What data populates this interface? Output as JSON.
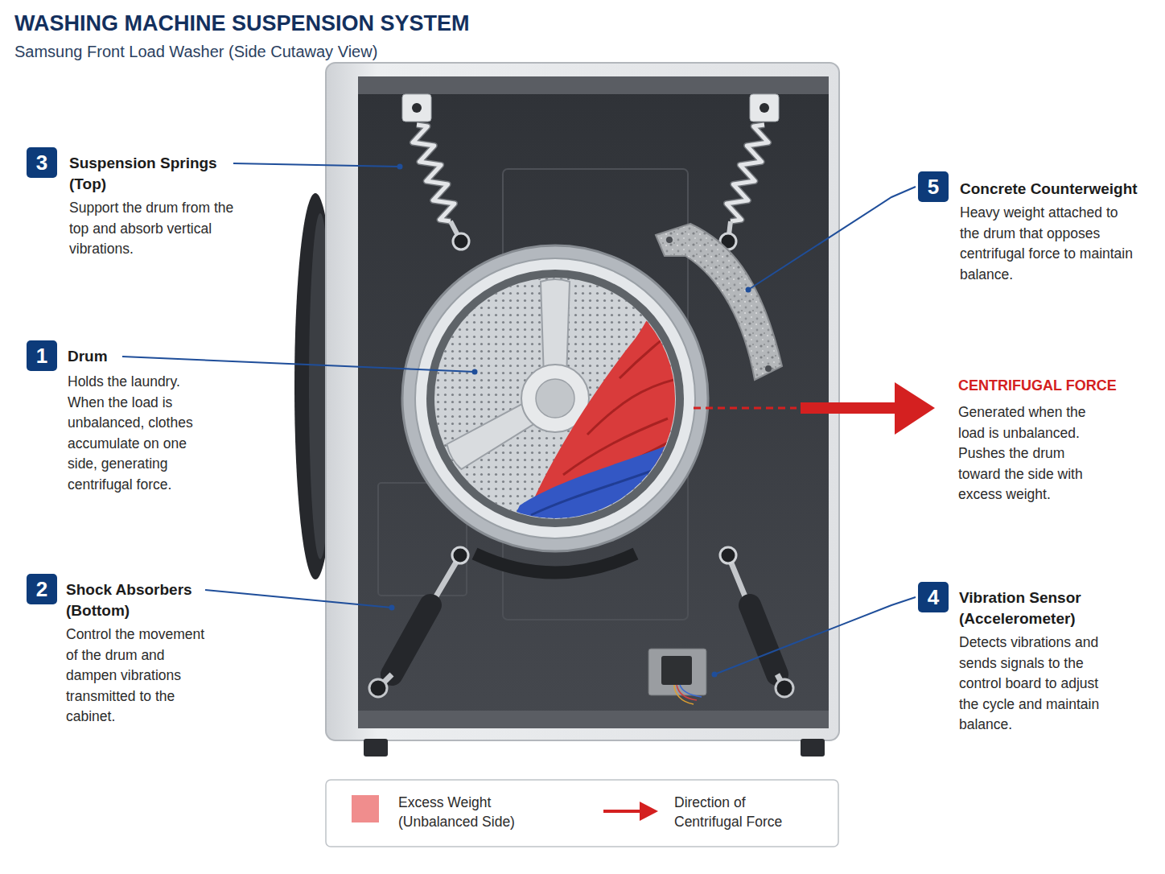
{
  "diagram": {
    "title": "WASHING MACHINE SUSPENSION SYSTEM",
    "caption": "Samsung Front Load Washer (Side Cutaway View)",
    "nodes": [
      {
        "text": [
          "3"
        ]
      },
      {
        "text": [
          "5"
        ]
      },
      {
        "text": [
          "1"
        ]
      },
      {
        "text": [
          "2"
        ]
      },
      {
        "text": [
          "4"
        ]
      }
    ],
    "labels": [
      "Suspension Springs (Top)",
      "Support the drum from the top and absorb vertical vibrations.",
      "Concrete Counterweight",
      "Heavy weight attached to the drum that opposes centrifugal force to maintain balance.",
      "Drum",
      "Holds the laundry. When the load is unbalanced, clothes accumulate on one side, generating centrifugal force.",
      "CENTRIFUGAL FORCE",
      "Generated when the load is unbalanced. Pushes the drum toward the side with excess weight.",
      "Shock Absorbers (Bottom)",
      "Control the movement of the drum and dampen vibrations transmitted to the cabinet.",
      "Vibration Sensor (Accelerometer)",
      "Detects vibrations and sends signals to the control board to adjust the cycle and maintain balance."
    ],
    "legend": [
      {
        "text": "Excess Weight (Unbalanced Side)",
        "color": "#f08d8d"
      },
      {
        "text": "Direction of Centrifugal Force"
      }
    ]
  }
}
